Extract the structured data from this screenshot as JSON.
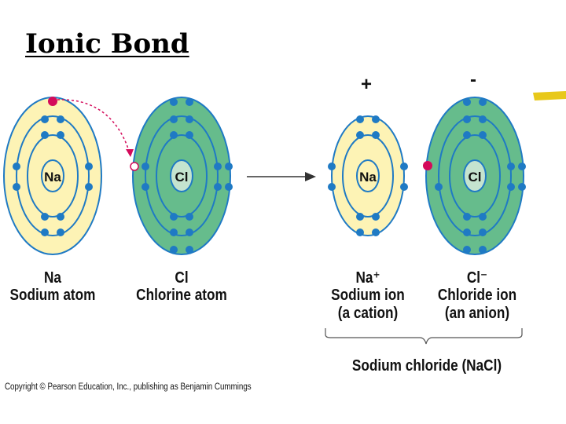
{
  "title": "Ionic Bond",
  "atoms": [
    {
      "symbol": "Na",
      "label_symbol": "Na",
      "label_name": "Sodium atom"
    },
    {
      "symbol": "Cl",
      "label_symbol": "Cl",
      "label_name": "Chlorine atom"
    }
  ],
  "ions": [
    {
      "symbol": "Na",
      "label_symbol": "Na⁺",
      "label_name": "Sodium ion",
      "label_kind": "(a cation)",
      "charge": "+"
    },
    {
      "symbol": "Cl",
      "label_symbol": "Cl⁻",
      "label_name": "Chloride ion",
      "label_kind": "(an anion)",
      "charge": "-"
    }
  ],
  "compound_label": "Sodium chloride (NaCl)",
  "copyright": "Copyright © Pearson Education, Inc., publishing as Benjamin Cummings",
  "colors": {
    "sodium_fill": "#fdf3b5",
    "chlorine_fill": "#66bc8c",
    "electron": "#1f7ac4",
    "transferred_electron": "#d40a5a",
    "orbit": "#1f7ac4"
  }
}
